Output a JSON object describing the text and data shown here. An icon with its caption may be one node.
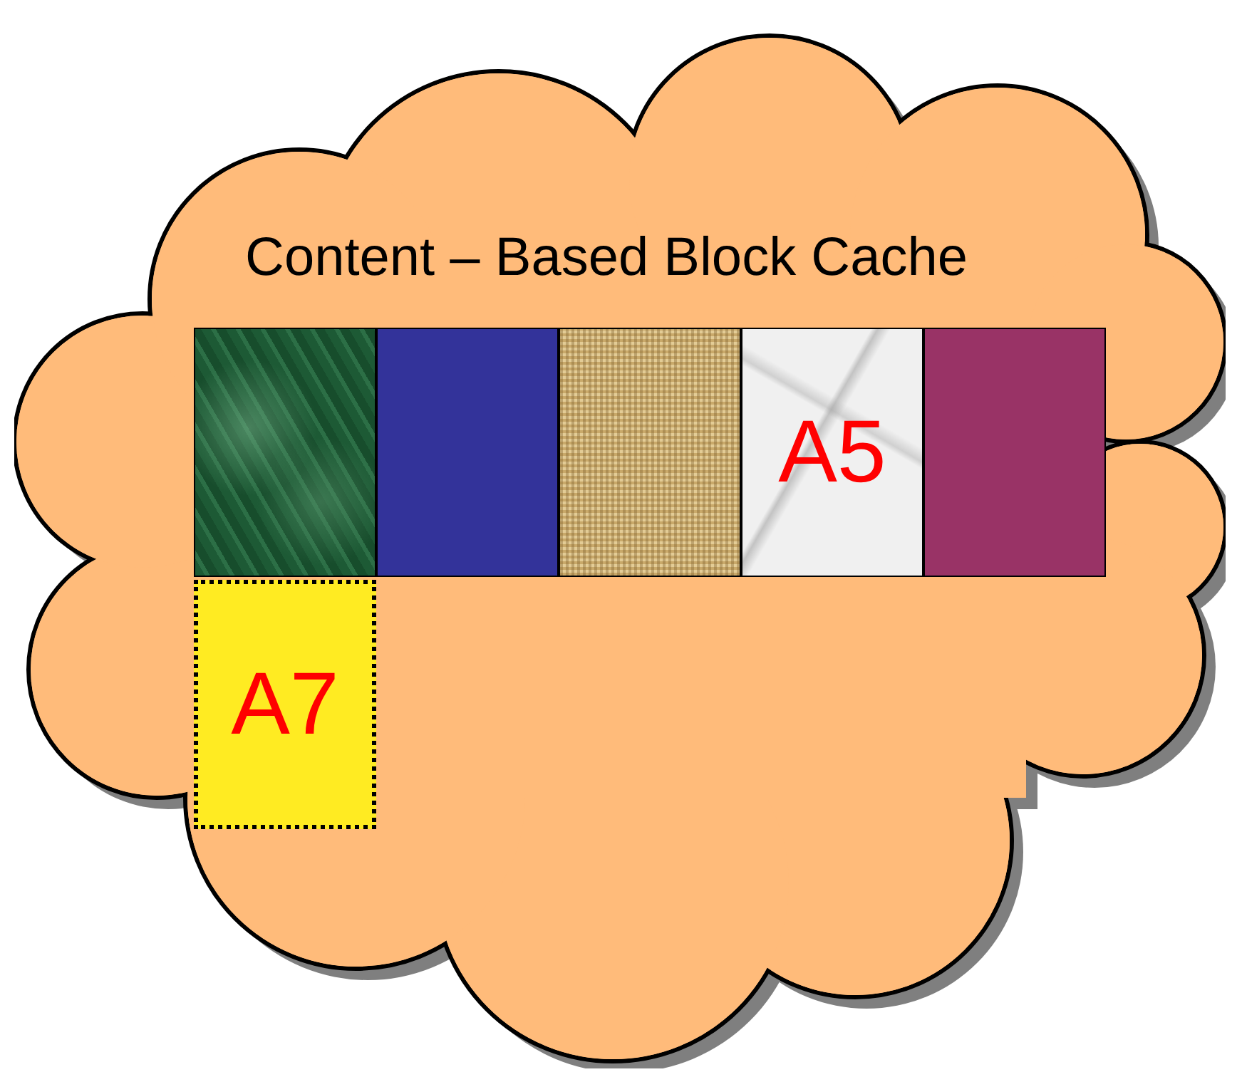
{
  "diagram": {
    "nodes": [
      {
        "text": [
          "Content – Based Block Cache"
        ]
      },
      {
        "text": [],
        "shape": "box",
        "in": 0
      },
      {
        "text": [],
        "shape": "box",
        "in": 0
      },
      {
        "text": [],
        "shape": "box",
        "in": 0
      },
      {
        "text": [
          "A5"
        ],
        "in": 0
      },
      {
        "text": [],
        "shape": "box",
        "in": 0
      },
      {
        "text": [
          "A7"
        ],
        "in": 0
      }
    ]
  }
}
